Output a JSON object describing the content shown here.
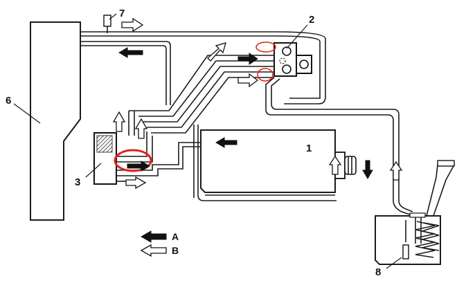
{
  "callouts": {
    "c1": "1",
    "c2": "2",
    "c3": "3",
    "c6": "6",
    "c7": "7",
    "c8": "8"
  },
  "legend": {
    "a_label": "A",
    "b_label": "B"
  },
  "colors": {
    "highlight": "#e2231a",
    "line": "#1a1a1a"
  }
}
